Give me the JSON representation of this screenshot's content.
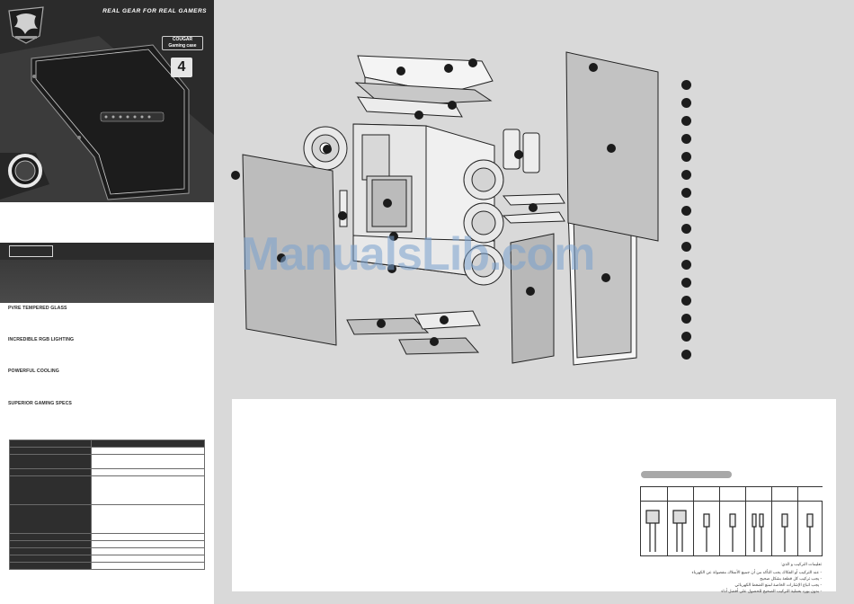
{
  "hero": {
    "tagline": "REAL GEAR FOR REAL GAMERS",
    "brand_badge_line1": "COUGAR",
    "brand_badge_line2": "Gaming case",
    "badge_number": "4"
  },
  "features": [
    {
      "label": "PVRE TEMPERED GLASS"
    },
    {
      "label": "INCREDIBLE RGB LIGHTING"
    },
    {
      "label": "POWERFUL COOLING"
    },
    {
      "label": "SUPERIOR GAMING SPECS"
    }
  ],
  "watermark": "ManualsLib.com",
  "arabic_notes": {
    "title": "تعليمات التركيب و الذي:",
    "line1": "- عند التركيب أو الفكاك يجب التأكد من أن جميع الأسلاك مفصولة عن الكهرباء",
    "line2": "- يجب تركيب كل قطعة بشكل صحيح",
    "line3": "- يجب اتباع الإشارات الخاصة لمنع الضغط الكهربائي",
    "line4": "- بدون يورد بعملية التركيب الصحيح للحصول على أفضل أداء"
  },
  "colors": {
    "dark": "#2b2b2b",
    "page_gray": "#d9d9d9",
    "watermark": "#78a0cd"
  }
}
